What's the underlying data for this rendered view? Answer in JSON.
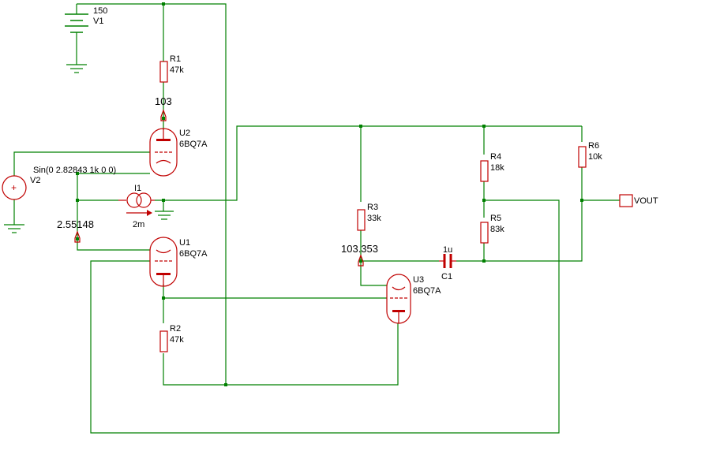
{
  "components": {
    "v1": {
      "ref": "V1",
      "value": "150"
    },
    "r1": {
      "ref": "R1",
      "value": "47k"
    },
    "u2": {
      "ref": "U2",
      "value": "6BQ7A"
    },
    "v2": {
      "ref": "V2",
      "value": "Sin(0 2.82843 1k 0 0)"
    },
    "i1": {
      "ref": "I1",
      "value": "2m"
    },
    "u1": {
      "ref": "U1",
      "value": "6BQ7A"
    },
    "r2": {
      "ref": "R2",
      "value": "47k"
    },
    "r3": {
      "ref": "R3",
      "value": "33k"
    },
    "u3": {
      "ref": "U3",
      "value": "6BQ7A"
    },
    "c1": {
      "ref": "C1",
      "value": "1u"
    },
    "r4": {
      "ref": "R4",
      "value": "18k"
    },
    "r5": {
      "ref": "R5",
      "value": "83k"
    },
    "r6": {
      "ref": "R6",
      "value": "10k"
    }
  },
  "probes": {
    "u2_plate": "103",
    "u1_grid": "2.55148",
    "u3_plate": "103.353"
  },
  "port": {
    "label": "VOUT"
  },
  "colors": {
    "wire": "#008000",
    "component": "#c00000",
    "text": "#000000"
  }
}
